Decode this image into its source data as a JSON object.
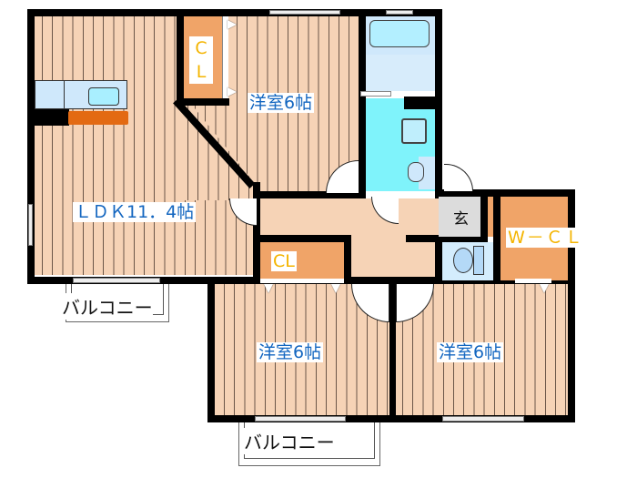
{
  "floorplan": {
    "rooms": {
      "ldk": {
        "label": "ＬＤＫ11．4帖"
      },
      "western_north": {
        "label": "洋室6帖"
      },
      "western_southwest": {
        "label": "洋室6帖"
      },
      "western_southeast": {
        "label": "洋室6帖"
      },
      "closet_north": {
        "label_c": "C",
        "label_l": "L"
      },
      "closet_center": {
        "label": "CL"
      },
      "walk_in_closet": {
        "label": "W－ＣＬ"
      },
      "entrance": {
        "label": "玄"
      }
    },
    "balconies": [
      {
        "label": "バルコニー"
      },
      {
        "label": "バルコニー"
      }
    ],
    "colors": {
      "wall": "#000000",
      "floor": "#f6d3b6",
      "stripe": "#6b5648",
      "closet": "#f0a468",
      "room_label": "#1366c0",
      "closet_label": "#f4b400",
      "washroom": "#7ff3fb",
      "bath": "#cfe8fb",
      "kitchen_counter": "#e36a12",
      "entrance": "#dcdcdc"
    }
  }
}
